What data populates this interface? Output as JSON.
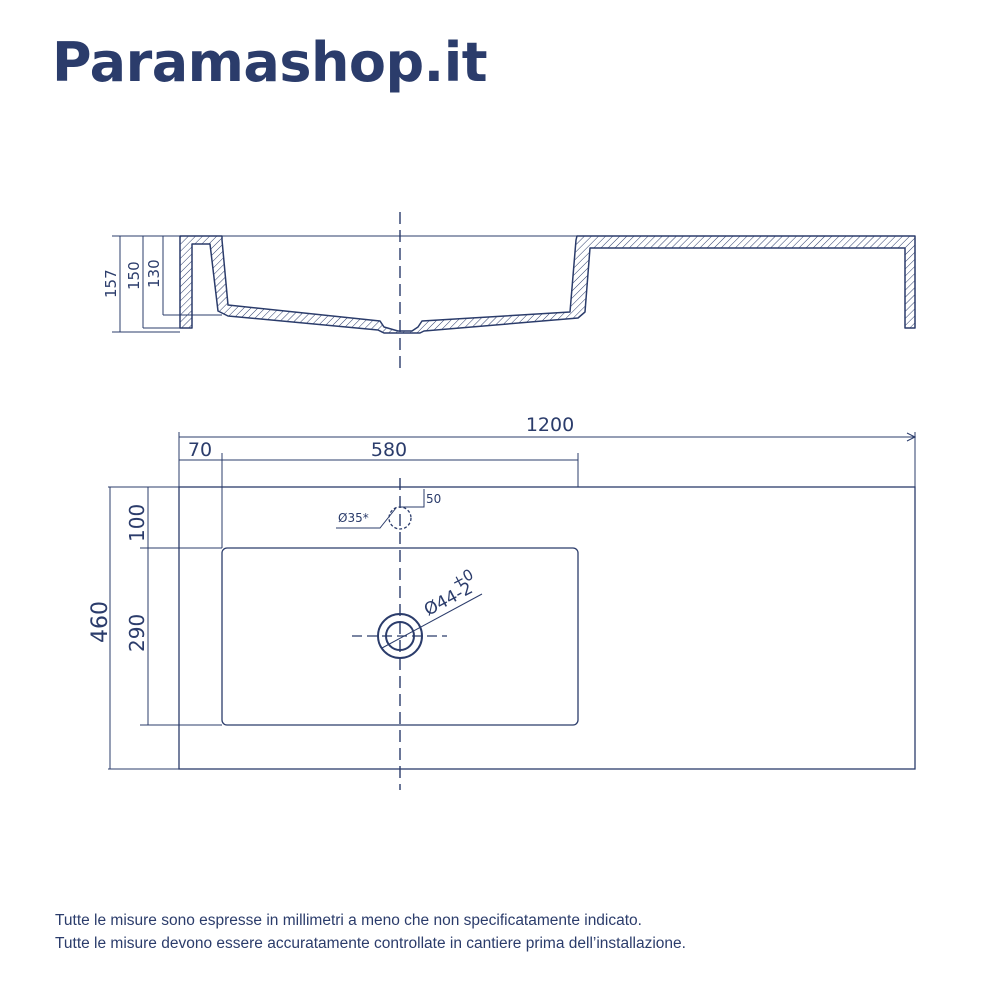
{
  "brand": {
    "name": "Paramashop.it"
  },
  "colors": {
    "ink": "#2b3c6b",
    "background": "#ffffff"
  },
  "side_view": {
    "heights": {
      "h157": "157",
      "h150": "150",
      "h130": "130"
    }
  },
  "top_view": {
    "total_width": "1200",
    "left_offset": "70",
    "basin_width": "580",
    "total_depth": "460",
    "top_margin": "100",
    "basin_depth": "290",
    "tap_hole_offset": "50",
    "tap_hole_diameter": "Ø35*",
    "drain_diameter": "Ø44-2",
    "drain_tolerance": "+0"
  },
  "notes": [
    "Tutte le misure sono espresse in millimetri a meno che non specificatamente indicato.",
    "Tutte le misure devono essere accuratamente controllate in cantiere prima dell’installazione."
  ]
}
